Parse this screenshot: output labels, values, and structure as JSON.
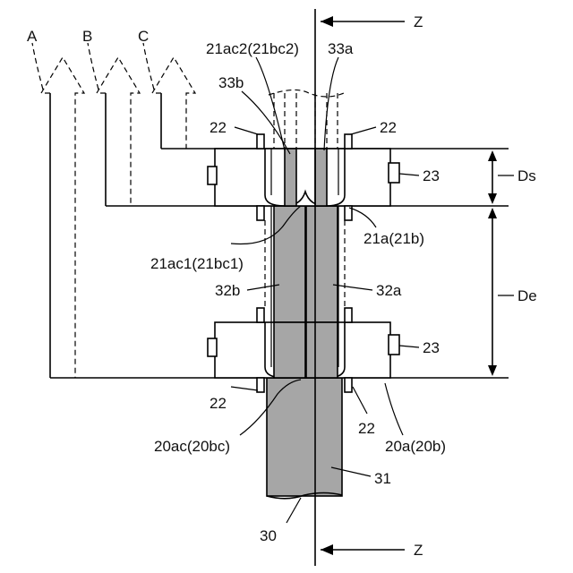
{
  "labels": {
    "a": "A",
    "b": "B",
    "c": "C",
    "z_top": "Z",
    "z_bottom": "Z",
    "l21ac2": "21ac2(21bc2)",
    "l33a": "33a",
    "l33b": "33b",
    "l22_top_left": "22",
    "l22_top_right": "22",
    "l23_top": "23",
    "ds": "Ds",
    "l21a": "21a(21b)",
    "l21ac1": "21ac1(21bc1)",
    "l32b": "32b",
    "l32a": "32a",
    "de": "De",
    "l23_bottom": "23",
    "l22_bottom_left": "22",
    "l22_bottom_right": "22",
    "l20ac": "20ac(20bc)",
    "l20a": "20a(20b)",
    "l31": "31",
    "l30": "30"
  },
  "colors": {
    "fiber_fill": "#a6a6a6",
    "line": "#000000",
    "background": "#ffffff"
  }
}
